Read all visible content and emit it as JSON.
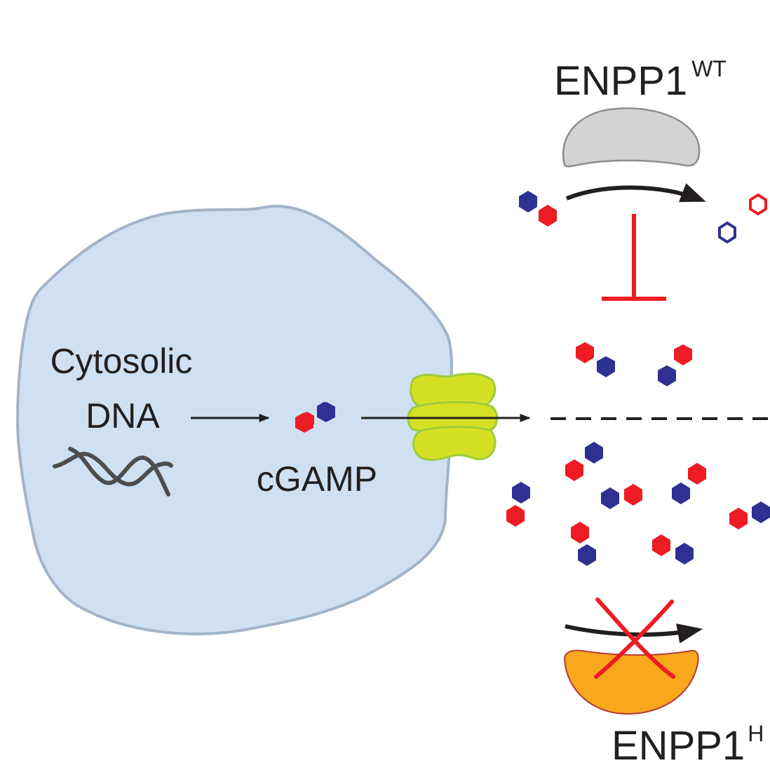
{
  "labels": {
    "cytosolic_line1": "Cytosolic",
    "cytosolic_line2": "DNA",
    "cgamp": "cGAMP",
    "enpp1_wt_main": "ENPP1",
    "enpp1_wt_sup": "WT",
    "enpp1_bottom_main": "ENPP1",
    "enpp1_bottom_sup": "H"
  },
  "colors": {
    "cell_fill": "#cfe0f2",
    "cell_stroke": "#a3b4c8",
    "channel_fill": "#d4e024",
    "channel_stroke": "#9ccb3b",
    "cgamp_red": "#ed1c24",
    "cgamp_blue": "#2e3192",
    "enzyme_wt_fill": "#d1d3d4",
    "enzyme_mut_fill": "#f7a81b",
    "inhibit_red": "#ed1c24",
    "dna": "#4d4d4f"
  },
  "icons": [
    "dna-helix-icon",
    "cgamp-molecule-icon",
    "transporter-channel-icon",
    "enzyme-icon",
    "inhibition-bar-icon",
    "cross-mark-icon"
  ]
}
